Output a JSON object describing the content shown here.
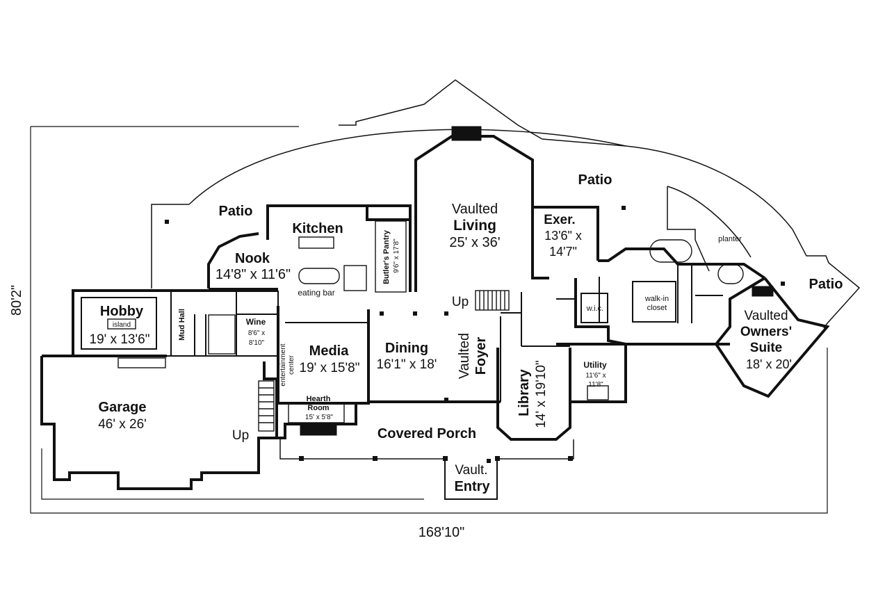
{
  "overall_width": "168'10\"",
  "overall_depth": "80'2\"",
  "rooms": {
    "patio_left": {
      "name": "Patio"
    },
    "patio_top": {
      "name": "Patio"
    },
    "patio_right": {
      "name": "Patio"
    },
    "kitchen": {
      "name": "Kitchen"
    },
    "nook": {
      "name": "Nook",
      "size": "14'8\" x 11'6\""
    },
    "eating_bar": {
      "name": "eating bar"
    },
    "butlers_pantry": {
      "name": "Butler's Pantry",
      "size": "9'6\" x 17'8\""
    },
    "living": {
      "prefix": "Vaulted",
      "name": "Living",
      "size": "25' x 36'"
    },
    "exercise": {
      "name": "Exer.",
      "size_line1": "13'6\" x",
      "size_line2": "14'7\""
    },
    "wic": {
      "name": "w.i.c."
    },
    "walkin_closet": {
      "line1": "walk-in",
      "line2": "closet"
    },
    "planter": {
      "name": "planter"
    },
    "owners_suite": {
      "prefix": "Vaulted",
      "name_line1": "Owners'",
      "name_line2": "Suite",
      "size": "18' x 20'"
    },
    "hobby": {
      "name": "Hobby",
      "island": "island",
      "size": "19' x 13'6\""
    },
    "mud_hall": {
      "name": "Mud Hall"
    },
    "wine": {
      "name": "Wine",
      "size_line1": "8'6\" x",
      "size_line2": "8'10\""
    },
    "media": {
      "name": "Media",
      "size": "19' x 15'8\""
    },
    "entertainment_center": {
      "line1": "entertainment",
      "line2": "center"
    },
    "dining": {
      "name": "Dining",
      "size": "16'1\" x 18'"
    },
    "foyer": {
      "prefix": "Vaulted",
      "name": "Foyer"
    },
    "library": {
      "name": "Library",
      "size": "14' x 19'10\""
    },
    "utility": {
      "name": "Utility",
      "size_line1": "11'6\" x",
      "size_line2": "11'8\""
    },
    "garage": {
      "name": "Garage",
      "size": "46' x 26'"
    },
    "hearth_room": {
      "line1": "Hearth",
      "line2": "Room",
      "size": "15' x 5'8\""
    },
    "covered_porch": {
      "name": "Covered Porch"
    },
    "entry": {
      "prefix": "Vault.",
      "name": "Entry"
    }
  },
  "stair_labels": {
    "foyer_up": "Up",
    "garage_up": "Up"
  }
}
